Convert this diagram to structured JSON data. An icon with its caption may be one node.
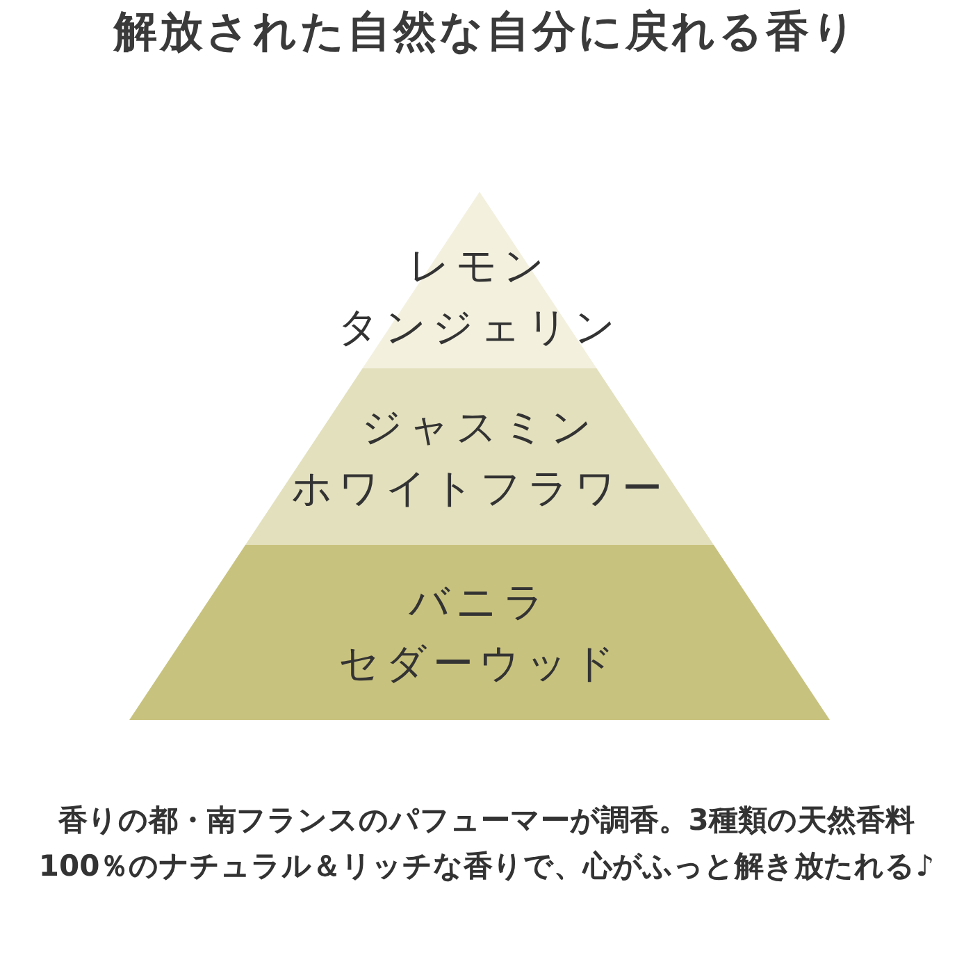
{
  "diagram": {
    "title": "解放された自然な自分に戻れる香り",
    "caption": "香りの都・南フランスのパフューマーが調香。3種類の天然香料100％のナチュラル＆リッチな香りで、心がふっと解き放たれる♪",
    "nodes": [
      {
        "text": [
          "レモン",
          "タンジェリン"
        ]
      },
      {
        "text": [
          "ジャスミン",
          "ホワイトフラワー"
        ]
      },
      {
        "text": [
          "バニラ",
          "セダーウッド"
        ]
      }
    ]
  }
}
